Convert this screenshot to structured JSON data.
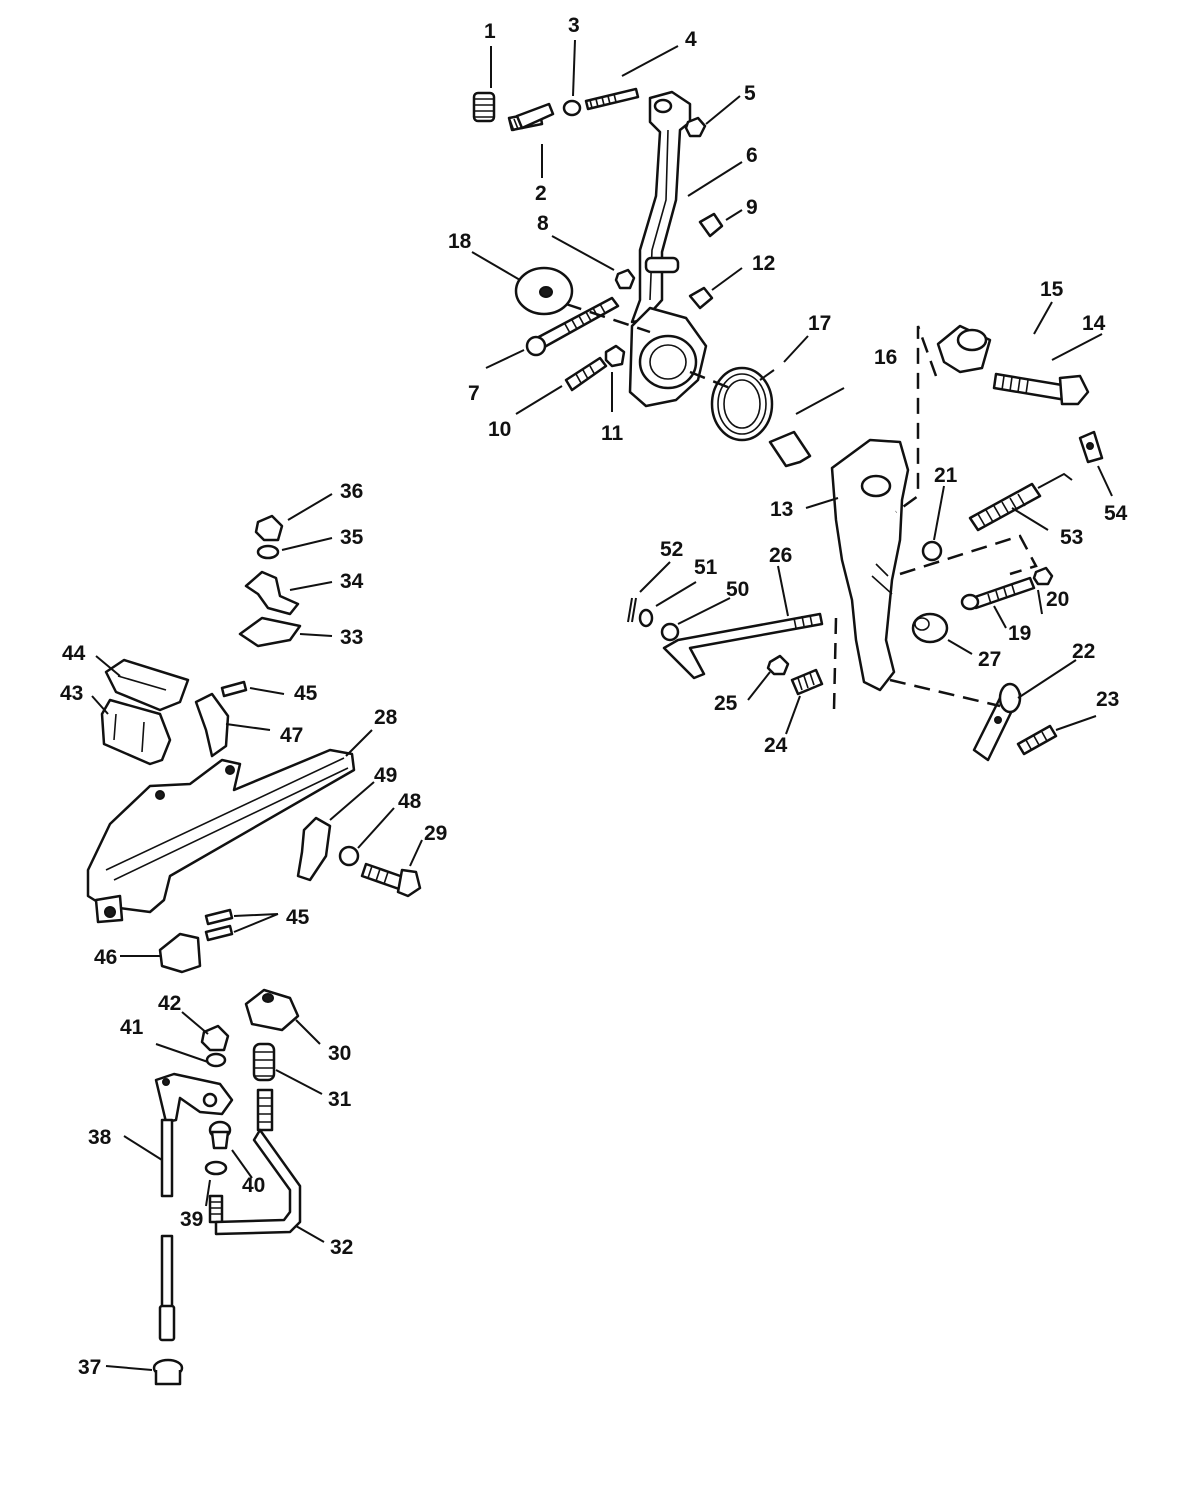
{
  "callouts": {
    "n1": "1",
    "n2": "2",
    "n3": "3",
    "n4": "4",
    "n5": "5",
    "n6": "6",
    "n7": "7",
    "n8": "8",
    "n9": "9",
    "n10": "10",
    "n11": "11",
    "n12": "12",
    "n13": "13",
    "n14": "14",
    "n15": "15",
    "n16": "16",
    "n17": "17",
    "n18": "18",
    "n19": "19",
    "n20": "20",
    "n21": "21",
    "n22": "22",
    "n23": "23",
    "n24": "24",
    "n25": "25",
    "n26": "26",
    "n27": "27",
    "n28": "28",
    "n29": "29",
    "n30": "30",
    "n31": "31",
    "n32": "32",
    "n33": "33",
    "n34": "34",
    "n35": "35",
    "n36": "36",
    "n37": "37",
    "n38": "38",
    "n39": "39",
    "n40": "40",
    "n41": "41",
    "n42": "42",
    "n43": "43",
    "n44": "44",
    "n45a": "45",
    "n45b": "45",
    "n46": "46",
    "n47": "47",
    "n48": "48",
    "n49": "49",
    "n50": "50",
    "n51": "51",
    "n52": "52",
    "n53": "53",
    "n54": "54"
  }
}
